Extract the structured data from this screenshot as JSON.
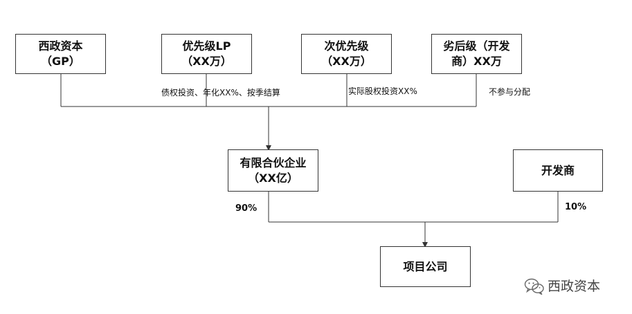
{
  "diagram": {
    "top_nodes": [
      {
        "id": "gp",
        "text": "西政资本\n（GP）"
      },
      {
        "id": "lp_priority",
        "text": "优先级LP\n（XX万）"
      },
      {
        "id": "lp_mezzanine",
        "text": "次优先级\n（XX万）"
      },
      {
        "id": "lp_subordinate",
        "text": "劣后级（开发\n商）XX万"
      }
    ],
    "annotations": {
      "priority": "债权投资、年化XX%、按季结算",
      "mezzanine": "实际股权投资XX%",
      "subordinate": "不参与分配"
    },
    "partnership": "有限合伙企业\n（XX亿）",
    "developer": "开发商",
    "project_company": "项目公司",
    "shares": {
      "partnership": "90%",
      "developer": "10%"
    }
  },
  "watermark": {
    "text": "西政资本",
    "icon": "wechat-icon"
  },
  "colors": {
    "line": "#333333",
    "border": "#333333"
  }
}
